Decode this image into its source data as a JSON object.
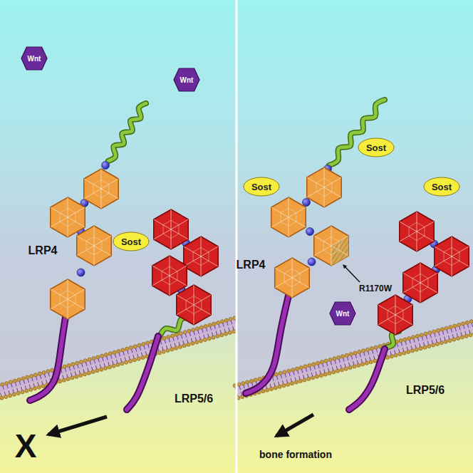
{
  "diagram": {
    "nodes": [
      {
        "text": [
          "Wnt"
        ]
      },
      {
        "text": [
          "Wnt"
        ]
      },
      {
        "text": [
          "Sost"
        ]
      },
      {
        "text": [
          "Sost"
        ]
      },
      {
        "text": [
          "Sost"
        ]
      },
      {
        "text": [
          "Sost"
        ]
      },
      {
        "text": [
          "Wnt"
        ]
      }
    ],
    "labels": [
      "LRP4",
      "LRP5/6",
      "X",
      "LRP4",
      "R1170W",
      "LRP5/6",
      "bone formation"
    ]
  }
}
